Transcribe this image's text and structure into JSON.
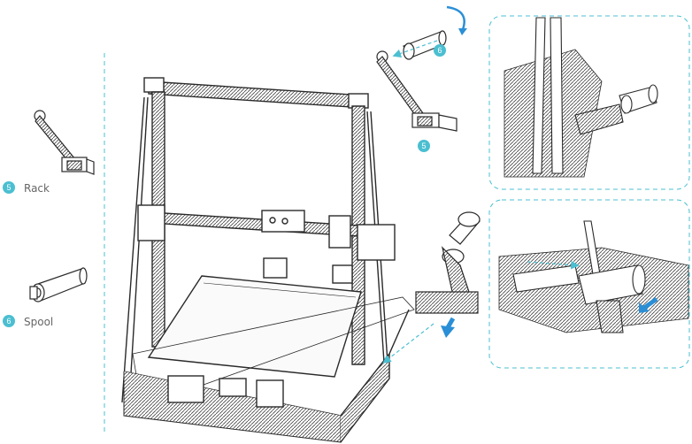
{
  "parts": [
    {
      "number": "5",
      "name": "Rack"
    },
    {
      "number": "6",
      "name": "Spool"
    }
  ],
  "callouts": {
    "spool_step": "6",
    "rack_step": "5"
  },
  "colors": {
    "accent": "#4bbfd1",
    "line": "#2a2a2a",
    "frame_fill": "#ffffff",
    "dashed_panel": "#4bbfd1",
    "arrow": "#2a8fd6"
  }
}
